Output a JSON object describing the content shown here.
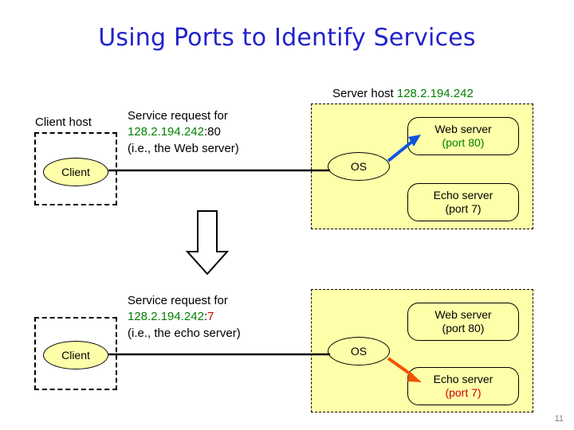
{
  "slide": {
    "title": "Using Ports to Identify Services",
    "page_number": "11"
  },
  "top": {
    "client_host_label": "Client host",
    "client_label": "Client",
    "server_host_label_prefix": "Server host ",
    "server_host_ip": "128.2.194.242",
    "request_line1": "Service request for",
    "request_ip": "128.2.194.242",
    "request_colon": ":",
    "request_port": "80",
    "request_line3": "(i.e., the Web server)",
    "os_label": "OS",
    "web_server_line1": "Web server",
    "web_server_line2": "(port 80)",
    "echo_server_line1": "Echo server",
    "echo_server_line2": "(port 7)"
  },
  "bottom": {
    "client_label": "Client",
    "request_line1": "Service request for",
    "request_ip": "128.2.194.242",
    "request_colon": ":",
    "request_port": "7",
    "request_line3": "(i.e., the echo server)",
    "os_label": "OS",
    "web_server_line1": "Web server",
    "web_server_line2": "(port 80)",
    "echo_server_line1": "Echo server",
    "echo_server_line2": "(port 7)"
  },
  "colors": {
    "title": "#2222cc",
    "fill": "#ffffaa",
    "green": "#008000",
    "red": "#cc0000",
    "blue_arrow": "#1155dd",
    "orange_arrow": "#ee5500"
  }
}
